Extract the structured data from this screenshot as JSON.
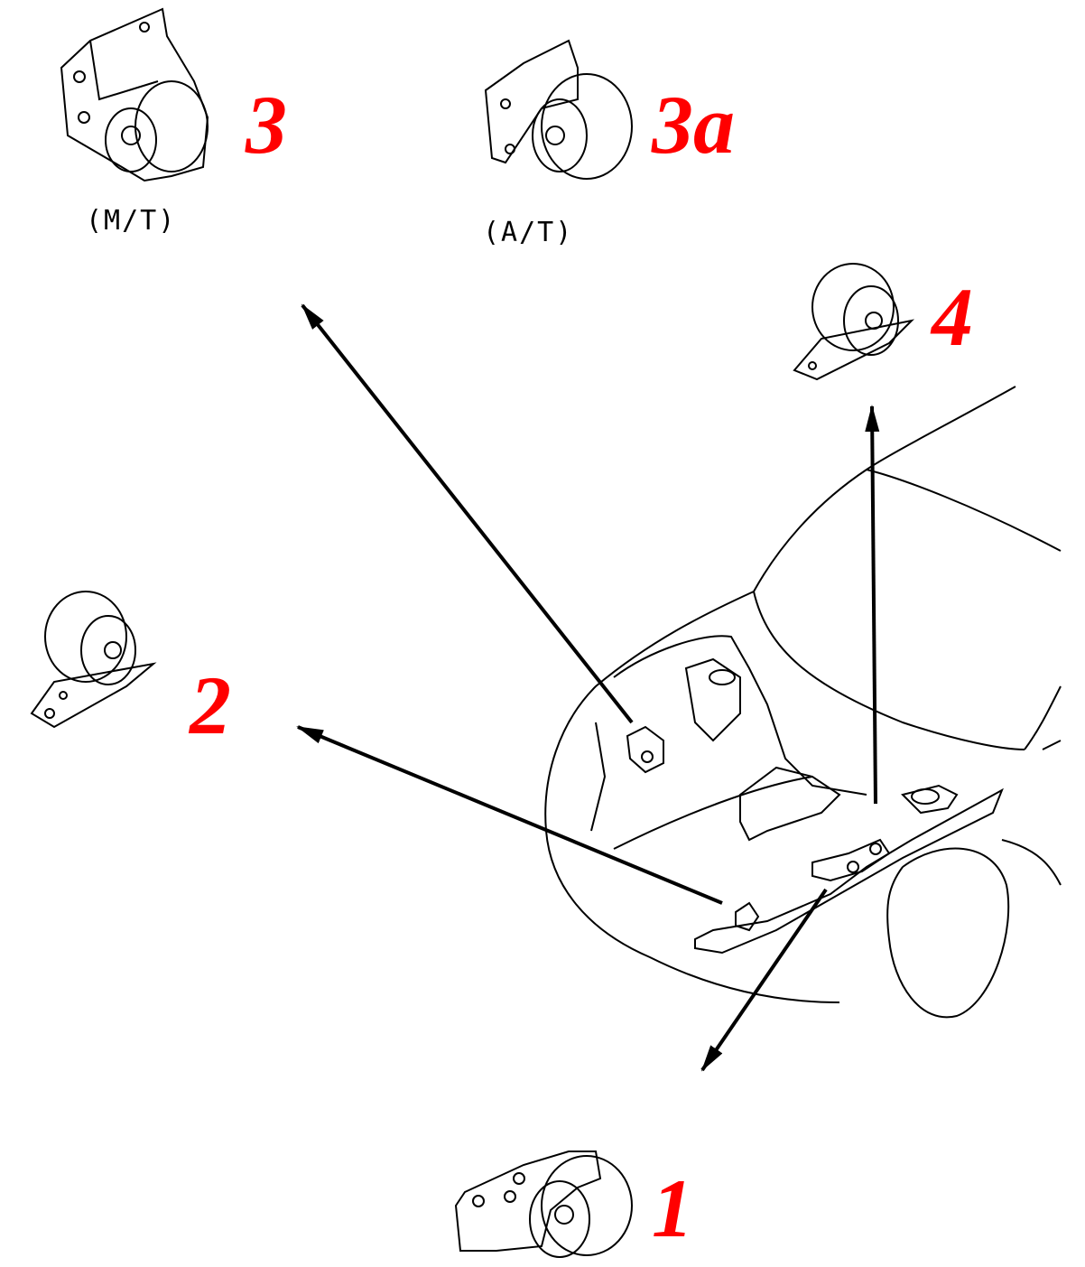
{
  "labels": {
    "mount_3": "3",
    "mount_3_note": "(M/T)",
    "mount_3a": "3a",
    "mount_3a_note": "(A/T)",
    "mount_4": "4",
    "mount_2": "2",
    "mount_1": "1"
  },
  "colors": {
    "label": "#ff0000",
    "line": "#000000"
  }
}
